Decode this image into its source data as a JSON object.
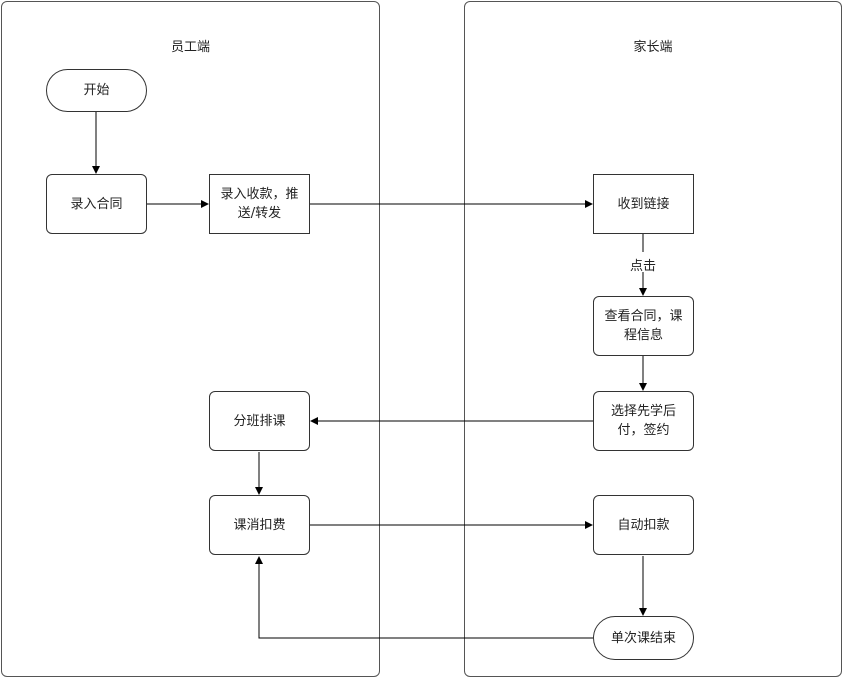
{
  "lanes": {
    "staff": {
      "title": "员工端"
    },
    "parent": {
      "title": "家长端"
    }
  },
  "nodes": {
    "start": "开始",
    "enter_contract": "录入合同",
    "enter_payment": "录入收款，推送/转发",
    "receive_link": "收到链接",
    "view_contract": "查看合同，课程信息",
    "choose_pay_later": "选择先学后付，签约",
    "class_schedule": "分班排课",
    "deduct_fee": "课消扣费",
    "auto_deduct": "自动扣款",
    "single_class_end": "单次课结束"
  },
  "edge_labels": {
    "click": "点击"
  }
}
